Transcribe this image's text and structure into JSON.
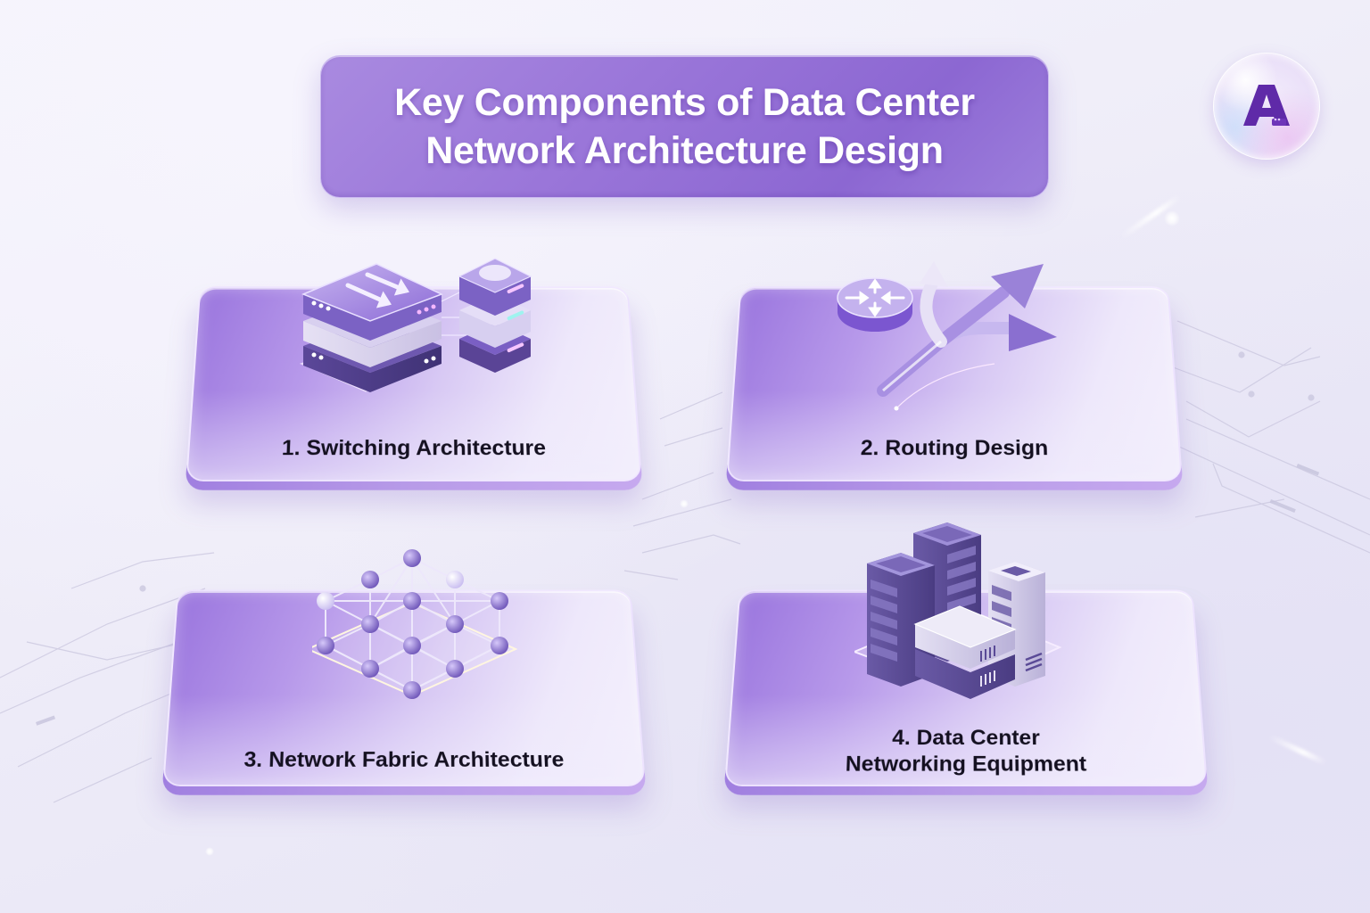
{
  "header": {
    "title_line_1": "Key Components of Data Center",
    "title_line_2": "Network Architecture Design"
  },
  "logo": {
    "letter": "A",
    "icon": "bubble-logo-icon"
  },
  "cards": [
    {
      "number": 1,
      "label": "1. Switching Architecture",
      "icon": "network-switch-stack-icon"
    },
    {
      "number": 2,
      "label": "2. Routing Design",
      "icon": "router-branching-arrows-icon"
    },
    {
      "number": 3,
      "label": "3. Network Fabric Architecture",
      "icon": "mesh-fabric-icon"
    },
    {
      "number": 4,
      "label_line_1": "4. Data Center",
      "label_line_2": "Networking Equipment",
      "icon": "server-racks-icon"
    }
  ],
  "colors": {
    "accent": "#9a76d9",
    "accent_dark": "#5b3d9e",
    "background": "#eeecf8",
    "label_text": "#141020",
    "title_text": "#ffffff"
  }
}
